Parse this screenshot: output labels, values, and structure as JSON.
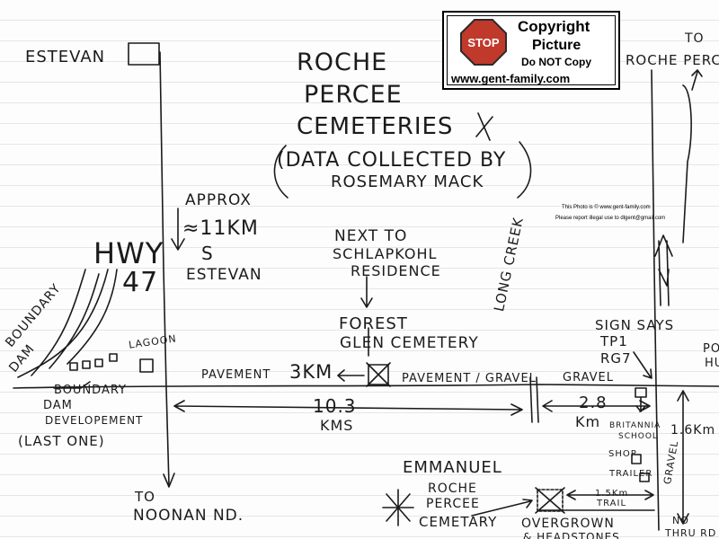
{
  "map": {
    "title_lines": [
      "ROCHE",
      "PERCEE",
      "CEMETERIES"
    ],
    "credit_lines": [
      "(DATA COLLECTED BY",
      "ROSEMARY MACK"
    ],
    "highway": [
      "HWY",
      "47"
    ],
    "approx": {
      "line1": "APPROX",
      "distance": "≈11KM",
      "dir": "S",
      "town": "ESTEVAN"
    },
    "next_to": [
      "NEXT TO",
      "SCHLAPKOHL",
      "RESIDENCE"
    ],
    "forest_glen": [
      "FOREST",
      "GLEN CEMETERY"
    ],
    "long_creek": "LONG CREEK",
    "sign_says": [
      "SIGN SAYS",
      "TP1",
      "RG7"
    ],
    "pavement_left": "PAVEMENT",
    "dist_3km": "3KM",
    "pavement_gravel": "PAVEMENT / GRAVEL",
    "gravel_top": "GRAVEL",
    "dist_103": [
      "10.3",
      "KMS"
    ],
    "dist_28": [
      "2.8",
      "Km"
    ],
    "dist_16": "1.6Km",
    "britannia": [
      "BRITANNIA",
      "SCHOOL"
    ],
    "shop": "SHOP",
    "trailer": "TRAILER",
    "boundary_dam": [
      "BOUNDARY",
      "DAM"
    ],
    "lagoon": "LAGOON",
    "boundary_dev": [
      "BOUNDARY",
      "DAM",
      "DEVELOPEMENT",
      "(LAST ONE)"
    ],
    "estevan": "ESTEVAN",
    "to_noonan": [
      "TO",
      "NOONAN ND."
    ],
    "to_roche": [
      "TO",
      "ROCHE PERCE"
    ],
    "port": [
      "POR",
      "HU"
    ],
    "emmanuel": "EMMANUEL",
    "roche_percee_cem": [
      "ROCHE",
      "PERCEE",
      "CEMETARY"
    ],
    "dist_15": "1.5Km",
    "trail": "TRAIL",
    "gravel_vert": "GRAVEL",
    "overgrown": [
      "OVERGROWN",
      "& HEADSTONES"
    ],
    "no_thru": [
      "NO",
      "THRU RD"
    ]
  },
  "watermark": {
    "stop": "STOP",
    "line1": "Copyright",
    "line2": "Picture",
    "line3": "Do NOT Copy",
    "url": "www.gent-family.com"
  },
  "photo_note": {
    "line1": "This Photo is © www.gent-family.com",
    "line2": "Please report illegal use to dlgent@gmail.com"
  }
}
